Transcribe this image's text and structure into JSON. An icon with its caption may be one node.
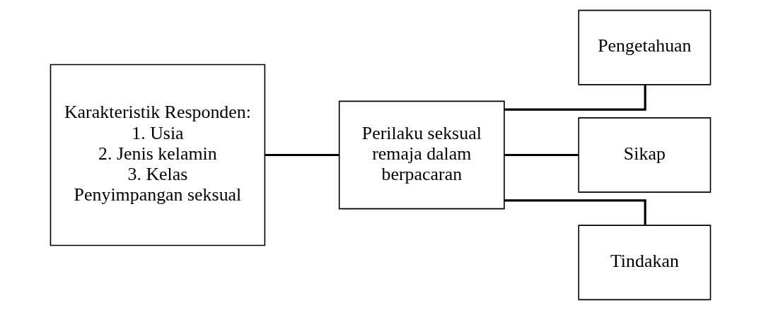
{
  "diagram": {
    "nodes": [
      {
        "text": [
          "Karakteristik Responden:",
          "1. Usia",
          "2. Jenis kelamin",
          "3. Kelas",
          "Penyimpangan seksual"
        ]
      },
      {
        "text": [
          "Perilaku seksual remaja dalam berpacaran"
        ]
      },
      {
        "text": [
          "Pengetahuan"
        ]
      },
      {
        "text": [
          "Sikap"
        ]
      },
      {
        "text": [
          "Tindakan"
        ]
      }
    ],
    "edges": [
      {
        "from": 0,
        "to": 1,
        "arrow": "none"
      },
      {
        "from": 1,
        "to": 2,
        "arrow": "none"
      },
      {
        "from": 1,
        "to": 3,
        "arrow": "none"
      },
      {
        "from": 1,
        "to": 4,
        "arrow": "none"
      }
    ]
  }
}
